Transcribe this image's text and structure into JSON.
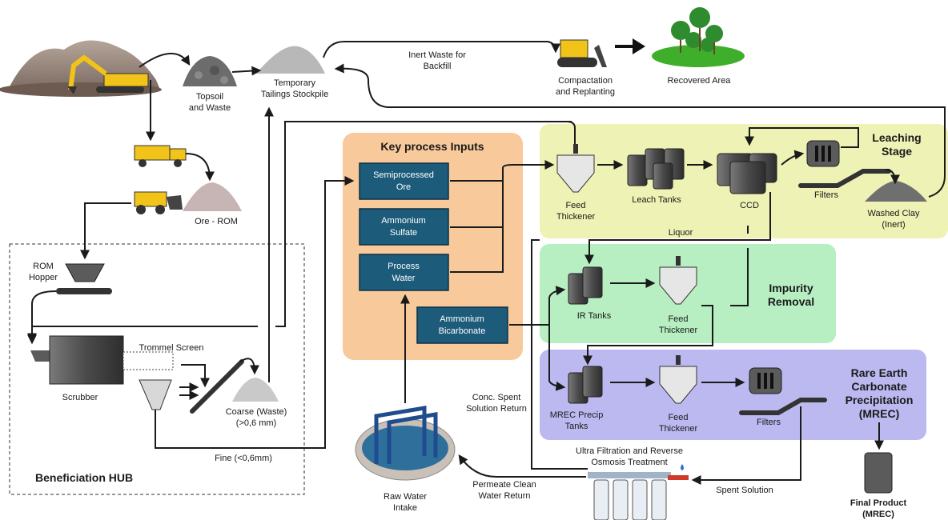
{
  "stages": {
    "key_inputs": "Key process Inputs",
    "leaching": [
      "Leaching",
      "Stage"
    ],
    "impurity": [
      "Impurity",
      "Removal"
    ],
    "mrec": [
      "Rare Earth",
      "Carbonate",
      "Precipitation",
      "(MREC)"
    ],
    "hub": "Beneficiation HUB"
  },
  "inputs": {
    "ore": [
      "Semiprocessed",
      "Ore"
    ],
    "sulfate": [
      "Ammonium",
      "Sulfate"
    ],
    "water": [
      "Process",
      "Water"
    ],
    "bicarb": [
      "Ammonium",
      "Bicarbonate"
    ]
  },
  "mining": {
    "topsoil": [
      "Topsoil",
      "and Waste"
    ],
    "stockpile": [
      "Temporary",
      "Tailings Stockpile"
    ],
    "inert": [
      "Inert Waste for",
      "Backfill"
    ],
    "compaction": [
      "Compactation",
      "and Replanting"
    ],
    "recovered": "Recovered Area",
    "rom": "Ore - ROM"
  },
  "hub_items": {
    "hopper": [
      "ROM",
      "Hopper"
    ],
    "trommel": "Trommel Screen",
    "scrubber": "Scrubber",
    "coarse": [
      "Coarse (Waste)",
      "(>0,6 mm)"
    ],
    "fine": "Fine (<0,6mm)"
  },
  "leach_items": {
    "feed": [
      "Feed",
      "Thickener"
    ],
    "tanks": "Leach Tanks",
    "ccd": "CCD",
    "filters": "Filters",
    "clay": [
      "Washed Clay",
      "(Inert)"
    ],
    "liquor": "Liquor"
  },
  "ir_items": {
    "tanks": "IR Tanks",
    "feed": [
      "Feed",
      "Thickener"
    ]
  },
  "mrec_items": {
    "tanks": [
      "MREC Precip",
      "Tanks"
    ],
    "feed": [
      "Feed",
      "Thickener"
    ],
    "filters": "Filters"
  },
  "water_items": {
    "conc": [
      "Conc. Spent",
      "Solution Return"
    ],
    "uf": [
      "Ultra Filtration and Reverse",
      "Osmosis Treatment"
    ],
    "permeate": [
      "Permeate Clean",
      "Water Return"
    ],
    "raw": [
      "Raw Water",
      "Intake"
    ],
    "spent": "Spent Solution",
    "final": [
      "Final Product",
      "(MREC)"
    ]
  },
  "colors": {
    "inputs_panel": "#f8c99a",
    "leaching_panel": "#eef2b4",
    "impurity_panel": "#b7efc2",
    "mrec_panel": "#bcb9f1",
    "input_box": "#1c5b7a",
    "equipment": "#5b5b5b"
  }
}
